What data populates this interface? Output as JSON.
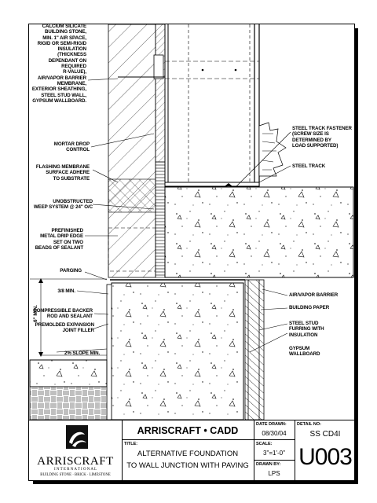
{
  "labels": {
    "cladding": "CALCIUM SILICATE\nBUILDING STONE,\nMIN. 1\" AIR SPACE,\nRIGID OR SEMI-RIGID\nINSULATION (THICKNESS\nDEPENDANT ON REQUIRED\nR-VALUE),\nAIR/VAPOR BARRIER\nMEMBRANE,\nEXTERIOR SHEATHING,\nSTEEL STUD WALL,\nGYPSUM WALLBOARD.",
    "mortar": "MORTAR DROP\nCONTROL",
    "flashing": "FLASHING MEMBRANE\nSURFACE ADHERE\nTO SUBSTRATE",
    "weep": "UNOBSTRUCTED\nWEEP SYSTEM @ 24\" O/C",
    "drip": "PREFINISHED\nMETAL DRIP EDGE\nSET ON TWO\nBEADS OF SEALANT",
    "parging": "PARGING",
    "three_eighths": "3/8 MIN.",
    "backer": "COMPRESSIBLE BACKER\nROD AND SEALANT",
    "expansion": "PREMOLDED EXPANSION\nJOINT FILLER",
    "slope": "2% SLOPE MIN.",
    "six_min": "6\" MIN.",
    "fastener": "STEEL TRACK FASTENER\n(SCREW SIZE IS\nDETERMINED BY\nLOAD SUPPORTED)",
    "track": "STEEL TRACK",
    "air_vapor": "AIR/VAPOR BARRIER",
    "paper": "BUILDING PAPER",
    "furring": "STEEL STUD\nFURRING WITH\nINSULATION",
    "gypsum": "GYPSUM\nWALLBOARD"
  },
  "title_block": {
    "logo_name": "ARRISCRAFT",
    "logo_sub": "I N T E R N A T I O N A L",
    "logo_tag": "BUILDING STONE · BRICK · LIMESTONE",
    "company": "ARRISCRAFT • CADD",
    "title_label": "TITLE:",
    "title_line1": "ALTERNATIVE FOUNDATION",
    "title_line2": "TO WALL JUNCTION WITH PAVING",
    "date_label": "DATE DRAWN:",
    "date_value": "08/30/04",
    "scale_label": "SCALE:",
    "scale_value": "3\"=1'-0\"",
    "drawn_label": "DRAWN BY:",
    "drawn_value": "LPS",
    "detail_label": "DETAIL No:",
    "detail_value": "SS CD4I",
    "sheet_number": "U003"
  }
}
